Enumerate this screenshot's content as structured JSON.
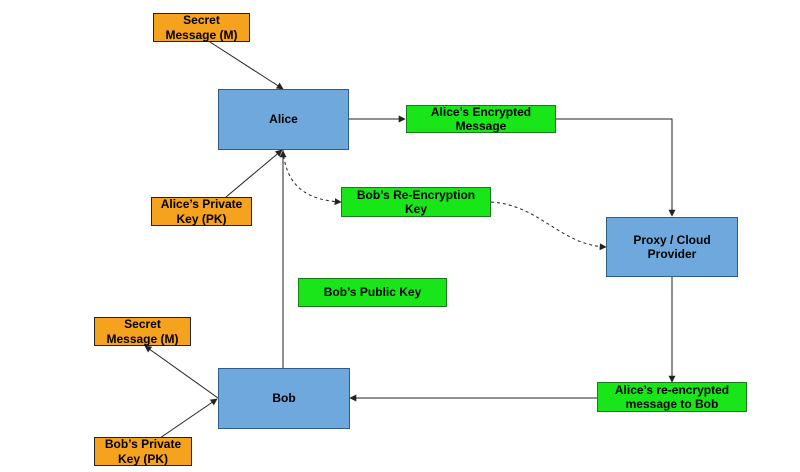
{
  "nodes": {
    "secret_message_alice": "Secret\nMessage (M)",
    "alice": "Alice",
    "alice_encrypted_message": "Alice’s Encrypted\nMessage",
    "alice_private_key": "Alice’s Private\nKey (PK)",
    "bob_reencryption_key": "Bob’s Re-Encryption\nKey",
    "proxy_cloud_provider": "Proxy / Cloud\nProvider",
    "bob_public_key": "Bob’s Public Key",
    "secret_message_bob": "Secret\nMessage (M)",
    "bob": "Bob",
    "alice_reencrypted_message": "Alice’s re-encrypted\nmessage to Bob",
    "bob_private_key": "Bob’s Private\nKey (PK)"
  },
  "colors": {
    "input_box": "#f5a21e",
    "party_box": "#6fa8dc",
    "message_box": "#19e619",
    "line": "#222222"
  }
}
